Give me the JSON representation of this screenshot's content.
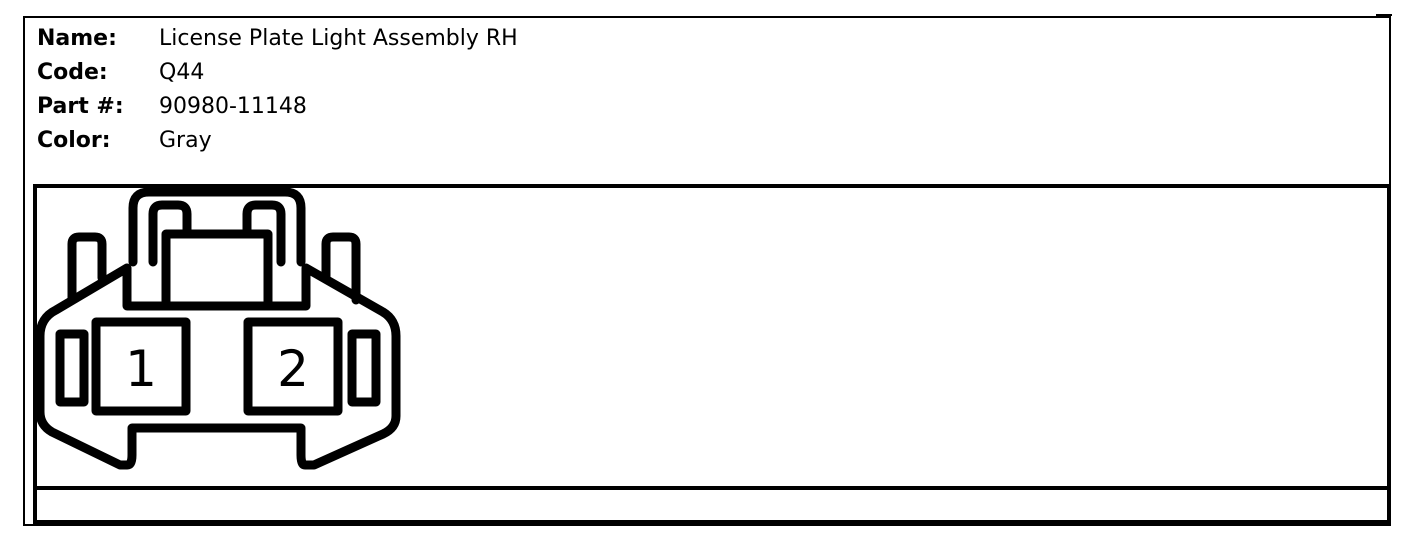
{
  "connector": {
    "name_label": "Name:",
    "name_value": "License Plate Light Assembly RH",
    "code_label": "Code:",
    "code_value": "Q44",
    "part_label": "Part #:",
    "part_value": "90980-11148",
    "color_label": "Color:",
    "color_value": "Gray"
  },
  "pins": [
    "1",
    "2"
  ]
}
